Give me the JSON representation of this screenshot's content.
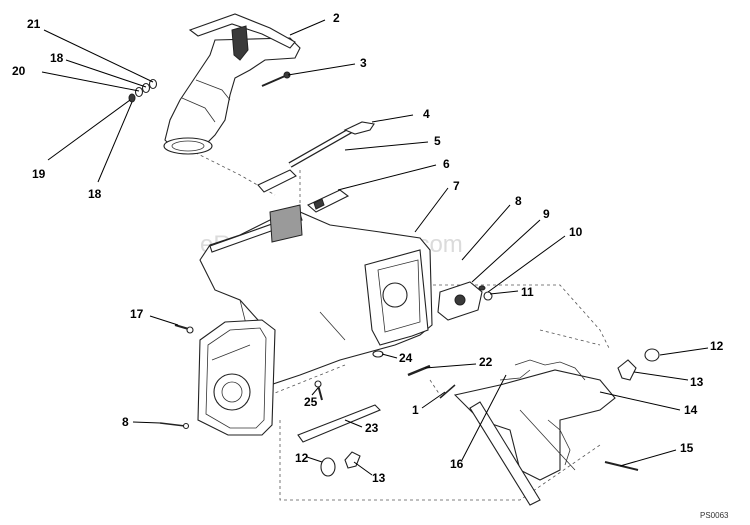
{
  "watermark": "eReplacementParts.com",
  "document_id": "PS0063",
  "callouts": [
    {
      "id": "c2",
      "label": "2"
    },
    {
      "id": "c3",
      "label": "3"
    },
    {
      "id": "c21",
      "label": "21"
    },
    {
      "id": "c18a",
      "label": "18"
    },
    {
      "id": "c20",
      "label": "20"
    },
    {
      "id": "c19",
      "label": "19"
    },
    {
      "id": "c18b",
      "label": "18"
    },
    {
      "id": "c4",
      "label": "4"
    },
    {
      "id": "c5",
      "label": "5"
    },
    {
      "id": "c6",
      "label": "6"
    },
    {
      "id": "c7",
      "label": "7"
    },
    {
      "id": "c8a",
      "label": "8"
    },
    {
      "id": "c9",
      "label": "9"
    },
    {
      "id": "c10",
      "label": "10"
    },
    {
      "id": "c11",
      "label": "11"
    },
    {
      "id": "c12a",
      "label": "12"
    },
    {
      "id": "c13a",
      "label": "13"
    },
    {
      "id": "c14",
      "label": "14"
    },
    {
      "id": "c15",
      "label": "15"
    },
    {
      "id": "c17",
      "label": "17"
    },
    {
      "id": "c24",
      "label": "24"
    },
    {
      "id": "c22",
      "label": "22"
    },
    {
      "id": "c25",
      "label": "25"
    },
    {
      "id": "c1",
      "label": "1"
    },
    {
      "id": "c8b",
      "label": "8"
    },
    {
      "id": "c23",
      "label": "23"
    },
    {
      "id": "c16",
      "label": "16"
    },
    {
      "id": "c12b",
      "label": "12"
    },
    {
      "id": "c13b",
      "label": "13"
    }
  ]
}
